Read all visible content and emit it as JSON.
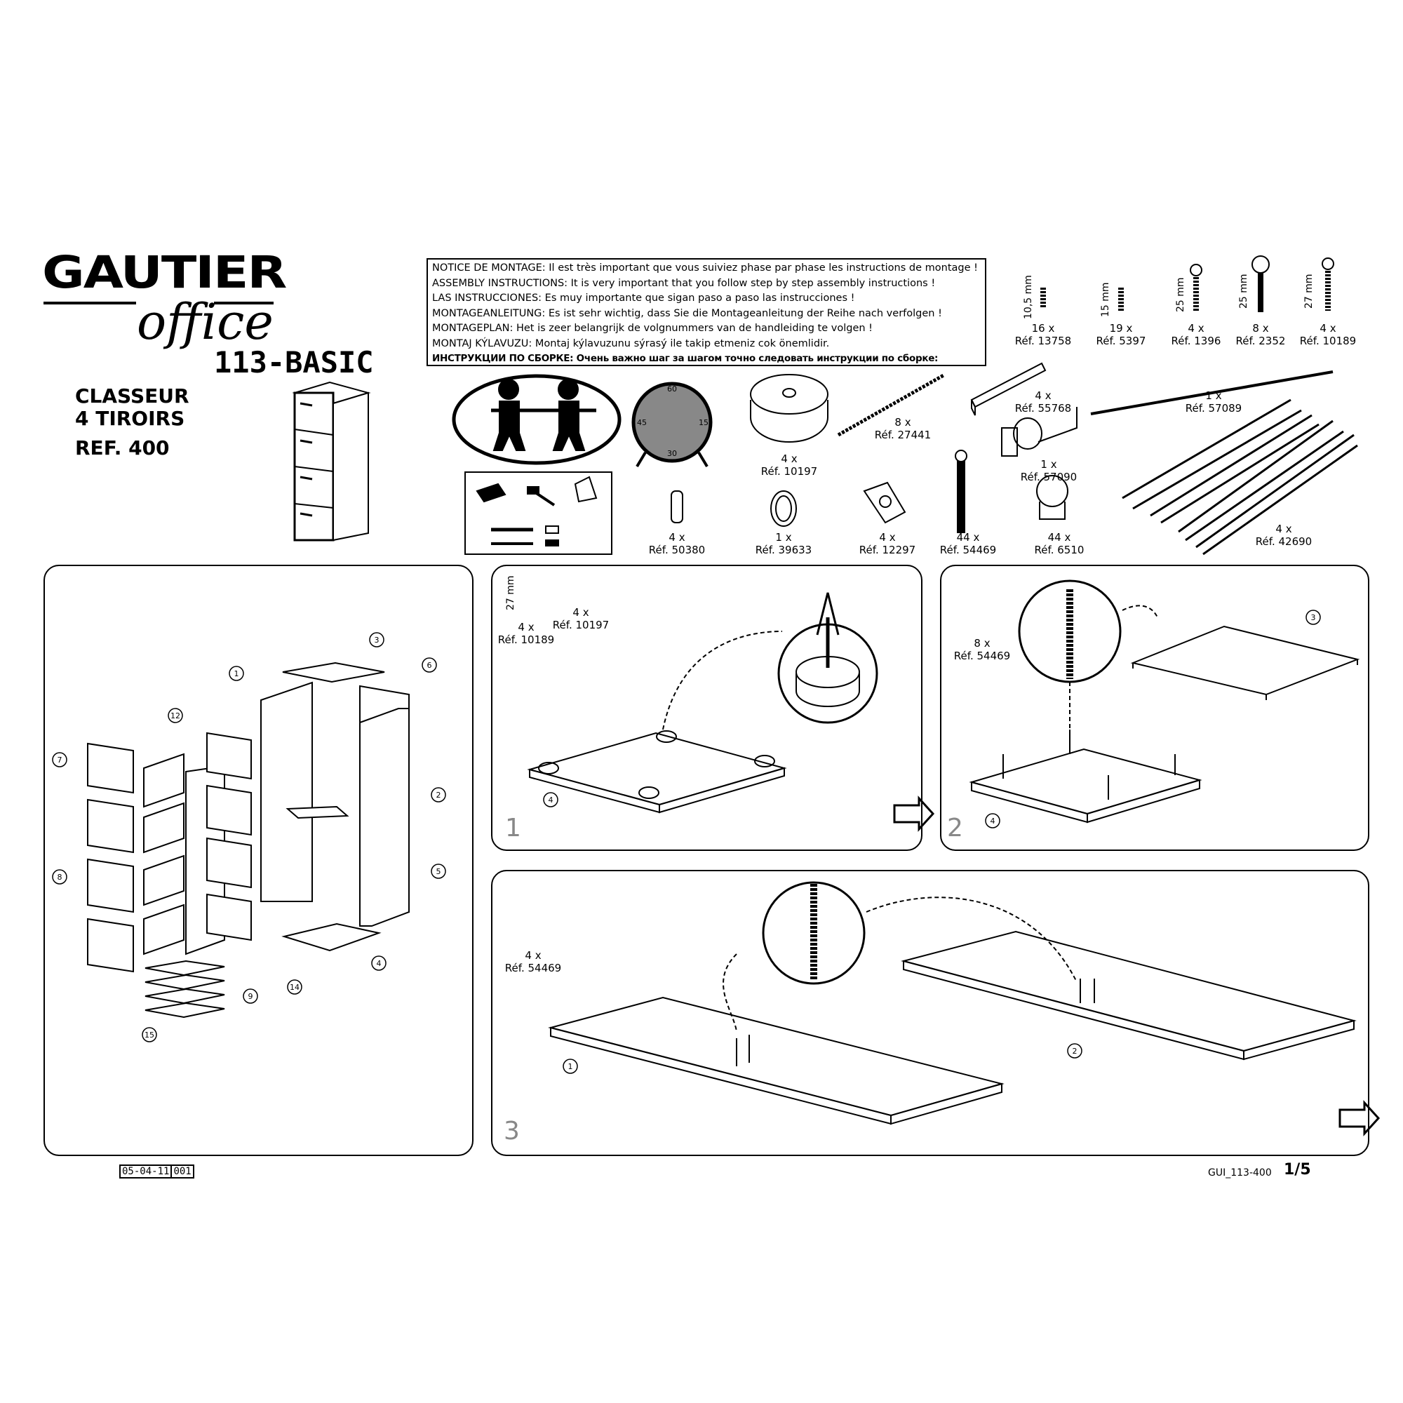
{
  "brand": {
    "name": "GAUTIER",
    "sub": "office",
    "model": "113-BASIC"
  },
  "product": {
    "line1": "CLASSEUR",
    "line2": "4 TIROIRS",
    "ref": "REF. 400"
  },
  "notice": [
    "NOTICE DE MONTAGE: Il est très important que vous suiviez phase par phase les instructions de montage !",
    "ASSEMBLY INSTRUCTIONS: It is very important that you follow step by step assembly instructions !",
    "LAS INSTRUCCIONES: Es muy importante que sigan paso a paso las instrucciones !",
    "MONTAGEANLEITUNG: Es ist sehr wichtig, dass Sie die Montageanleitung der Reihe nach verfolgen !",
    "MONTAGEPLAN: Het is zeer belangrijk de volgnummers van de handleiding te volgen !",
    "MONTAJ KÝLAVUZU: Montaj kýlavuzunu sýrasý ile takip etmeniz cok önemlidir.",
    "ИНСТРУКЦИИ ПО СБОРКЕ: Очень важно шаг за шагом точно следовать инструкции по сборке:"
  ],
  "clock": {
    "n60": "60",
    "n15": "15",
    "n30": "30",
    "n45": "45"
  },
  "screws": [
    {
      "dim": "10,5 mm",
      "qty": "16 x",
      "ref": "Réf. 13758"
    },
    {
      "dim": "15 mm",
      "qty": "19 x",
      "ref": "Réf. 5397"
    },
    {
      "dim": "25 mm",
      "qty": "4 x",
      "ref": "Réf. 1396"
    },
    {
      "dim": "25 mm",
      "qty": "8 x",
      "ref": "Réf. 2352"
    },
    {
      "dim": "27 mm",
      "qty": "4 x",
      "ref": "Réf. 10189"
    }
  ],
  "parts": [
    {
      "qty": "4 x",
      "ref": "Réf. 10197"
    },
    {
      "qty": "8 x",
      "ref": "Réf. 27441"
    },
    {
      "qty": "4 x",
      "ref": "Réf. 55768"
    },
    {
      "qty": "1 x",
      "ref": "Réf. 57089"
    },
    {
      "qty": "1 x",
      "ref": "Réf. 57090"
    },
    {
      "qty": "4 x",
      "ref": "Réf. 42690"
    },
    {
      "qty": "4 x",
      "ref": "Réf. 50380"
    },
    {
      "qty": "1 x",
      "ref": "Réf. 39633"
    },
    {
      "qty": "4 x",
      "ref": "Réf. 12297"
    },
    {
      "qty": "44 x",
      "ref": "Réf. 54469"
    },
    {
      "qty": "44 x",
      "ref": "Réf. 6510"
    }
  ],
  "steps": {
    "s1": {
      "num": "1",
      "dim": "27 mm",
      "p1_qty": "4 x",
      "p1_ref": "Réf. 10189",
      "p2_qty": "4 x",
      "p2_ref": "Réf. 10197"
    },
    "s2": {
      "num": "2",
      "qty": "8 x",
      "ref": "Réf. 54469"
    },
    "s3": {
      "num": "3",
      "qty": "4 x",
      "ref": "Réf. 54469"
    }
  },
  "callouts": {
    "exploded": [
      "3",
      "1",
      "6",
      "12",
      "7",
      "2",
      "5",
      "8",
      "4",
      "9",
      "14",
      "15"
    ],
    "step1": [
      "4"
    ],
    "step2": [
      "3",
      "4"
    ],
    "step3": [
      "1",
      "2"
    ]
  },
  "footer": {
    "date": "05-04-11",
    "code": "001",
    "doc": "GUI_113-400",
    "page": "1/5"
  }
}
